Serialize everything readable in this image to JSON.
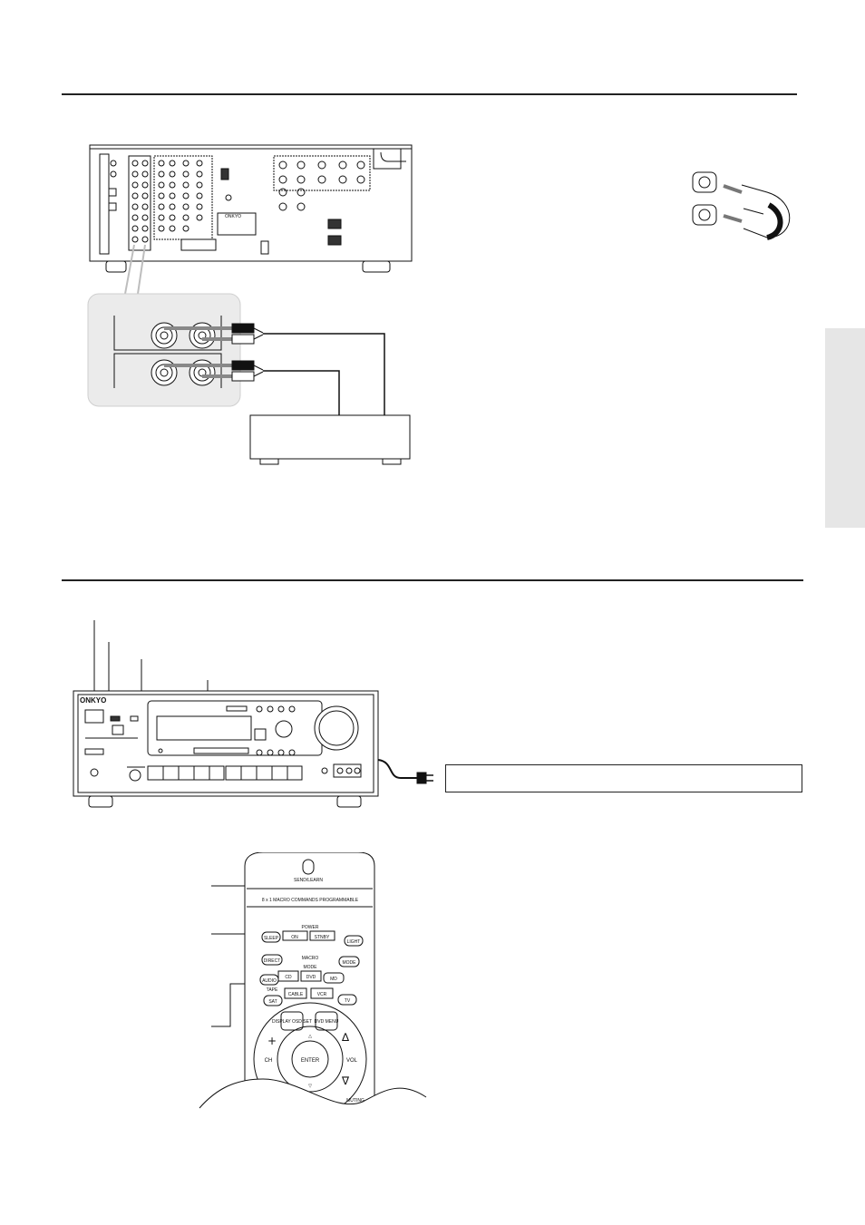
{
  "receiver_rear": {
    "brand": "ONKYO"
  },
  "receiver_front": {
    "brand": "ONKYO"
  },
  "remote": {
    "send_learn": "SEND/LEARN",
    "macro_banner": "8 x 1 MACRO COMMANDS PROGRAMMABLE",
    "power_label": "POWER",
    "buttons": {
      "sleep": "SLEEP",
      "on": "ON",
      "stndby": "STNBY",
      "light": "LIGHT",
      "direct": "DIRECT",
      "macro": "MACRO",
      "mode": "MODE",
      "mode_key": "MODE",
      "audio": "AUDIO",
      "cd": "CD",
      "dvd": "DVD",
      "md": "MD",
      "tape": "TAPE",
      "sat": "SAT",
      "cable": "CABLE",
      "vcr": "VCR",
      "tv": "TV",
      "display": "DISPLAY\nOSD SET",
      "dvd_menu": "DVD\nMENU",
      "enter": "ENTER",
      "ch": "CH",
      "vol": "VOL",
      "muting": "MUTING"
    }
  }
}
